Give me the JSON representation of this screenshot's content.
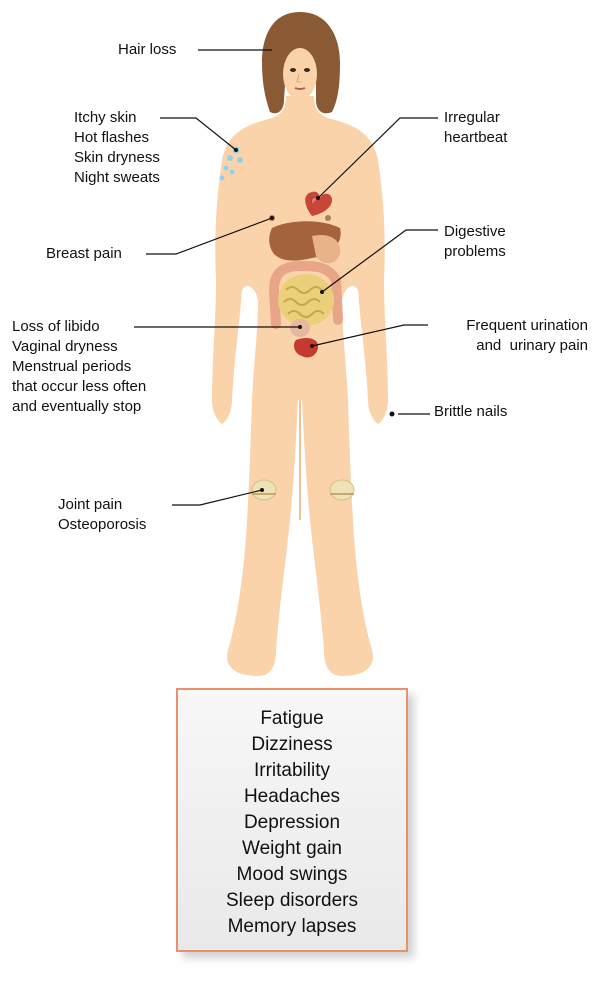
{
  "labels": {
    "hair_loss": [
      "Hair loss"
    ],
    "skin": [
      "Itchy skin",
      "Hot flashes",
      "Skin dryness",
      "Night sweats"
    ],
    "breast": [
      "Breast pain"
    ],
    "libido": [
      "Loss of libido",
      "Vaginal dryness",
      "Menstrual periods",
      "that occur less often",
      "and eventually stop"
    ],
    "joint": [
      "Joint pain",
      "Osteoporosis"
    ],
    "heart": [
      "Irregular",
      "heartbeat"
    ],
    "digestive": [
      "Digestive",
      "problems"
    ],
    "urination": [
      "Frequent urination",
      "and  urinary pain"
    ],
    "nails": [
      "Brittle nails"
    ]
  },
  "symptom_box": [
    "Fatigue",
    "Dizziness",
    "Irritability",
    "Headaches",
    "Depression",
    "Weight gain",
    "Mood swings",
    "Sleep disorders",
    "Memory lapses"
  ],
  "colors": {
    "skin": "#fbd3ab",
    "skin_shadow": "#f2bf92",
    "hair": "#8a5a35",
    "liver": "#a5633d",
    "intestine": "#ead07a",
    "colon": "#e8a587",
    "heart": "#c6463a",
    "bladder": "#c63a2e",
    "leader_line": "#111111",
    "box_border": "#e8906a"
  },
  "icons": [
    "female-body-figure",
    "heart-icon",
    "liver-icon",
    "intestines-icon",
    "bladder-icon",
    "knee-joint-icon",
    "sweat-drops-icon"
  ]
}
